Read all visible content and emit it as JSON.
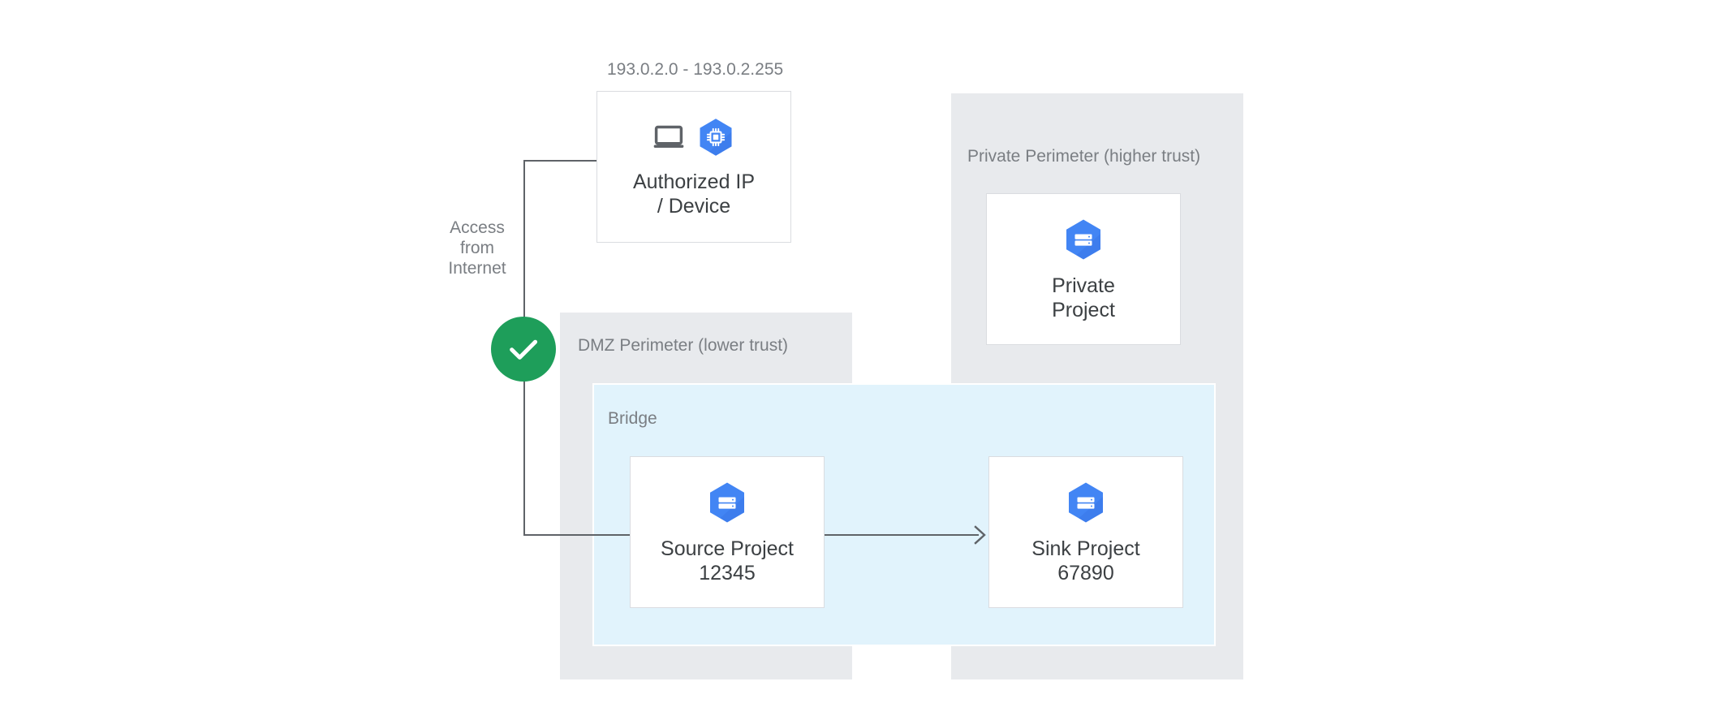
{
  "diagram": {
    "title": "VPC Service Controls perimeter bridge diagram",
    "colors": {
      "perimeter_fill": "#E8EAED",
      "bridge_fill": "#E1F3FC",
      "node_fill": "#FFFFFF",
      "node_border": "#DADCE0",
      "line": "#5F6368",
      "label_text": "#7A7E83",
      "node_text": "#3C4043",
      "icon_blue": "#4285F4",
      "icon_blue_shade": "#3B76E8",
      "check_green": "#1E9E5A",
      "laptop_gray": "#5F6368"
    }
  },
  "ip_range": {
    "label": "193.0.2.0 - 193.0.2.255"
  },
  "access_label": {
    "text": "Access\nfrom\nInternet"
  },
  "check_badge": {
    "icon": "check-icon",
    "status": "allowed"
  },
  "nodes": [
    {
      "id": "authorized-ip-device",
      "label": "Authorized IP\n/ Device",
      "icons": [
        "laptop-icon",
        "compute-chip-icon"
      ]
    },
    {
      "id": "private-project",
      "label": "Private\nProject",
      "icons": [
        "project-server-icon"
      ]
    },
    {
      "id": "source-project",
      "label": "Source Project\n12345",
      "icons": [
        "project-server-icon"
      ]
    },
    {
      "id": "sink-project",
      "label": "Sink Project\n67890",
      "icons": [
        "project-server-icon"
      ]
    }
  ],
  "perimeters": [
    {
      "id": "dmz-perimeter",
      "label": "DMZ Perimeter (lower trust)"
    },
    {
      "id": "private-perimeter",
      "label": "Private Perimeter (higher trust)"
    }
  ],
  "bridge": {
    "label": "Bridge"
  },
  "connections": [
    {
      "id": "internet-to-source",
      "from": "authorized-ip-device",
      "to": "source-project",
      "arrow": false
    },
    {
      "id": "source-to-sink",
      "from": "source-project",
      "to": "sink-project",
      "arrow": true
    }
  ]
}
